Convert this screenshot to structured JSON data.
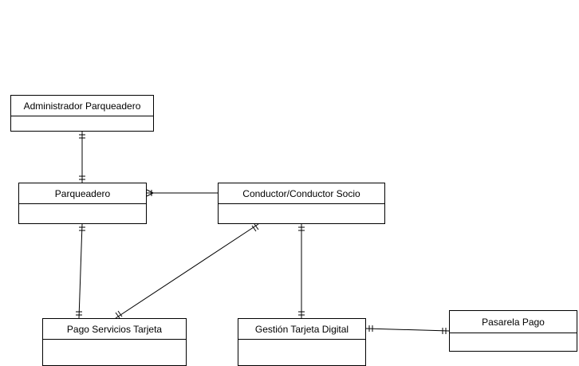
{
  "entities": {
    "admin": "Administrador Parqueadero",
    "parqueadero": "Parqueadero",
    "conductor": "Conductor/Conductor Socio",
    "pago": "Pago Servicios Tarjeta",
    "gestion": "Gestión Tarjeta Digital",
    "pasarela": "Pasarela Pago"
  },
  "relationships": [
    {
      "from": "admin",
      "to": "parqueadero",
      "from_cardinality": "one-and-only-one",
      "to_cardinality": "one-and-only-one"
    },
    {
      "from": "conductor",
      "to": "parqueadero",
      "from_cardinality": "none",
      "to_cardinality": "one-or-many"
    },
    {
      "from": "parqueadero",
      "to": "pago",
      "from_cardinality": "one-and-only-one",
      "to_cardinality": "one-and-only-one"
    },
    {
      "from": "conductor",
      "to": "pago",
      "from_cardinality": "one-and-only-one",
      "to_cardinality": "one-and-only-one"
    },
    {
      "from": "conductor",
      "to": "gestion",
      "from_cardinality": "one-and-only-one",
      "to_cardinality": "one-and-only-one"
    },
    {
      "from": "gestion",
      "to": "pasarela",
      "from_cardinality": "one-and-only-one",
      "to_cardinality": "one-and-only-one"
    }
  ]
}
